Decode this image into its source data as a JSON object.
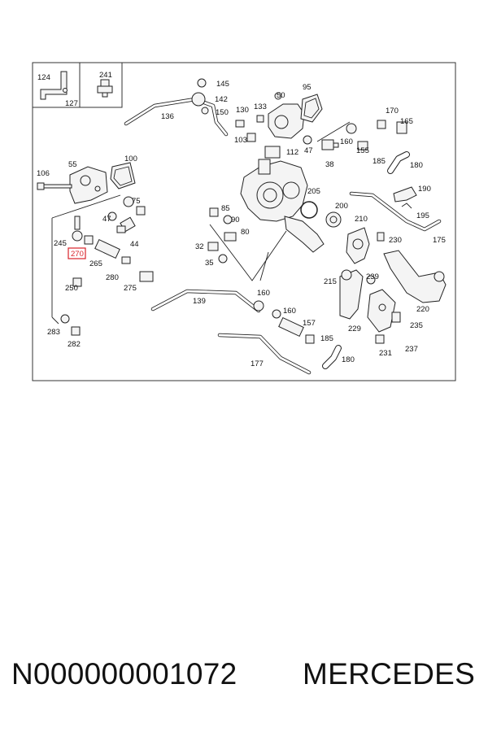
{
  "diagram": {
    "labels": {
      "l124": "124",
      "l127": "127",
      "l241": "241",
      "l145": "145",
      "l142": "142",
      "l150": "150",
      "l130": "130",
      "l133": "133",
      "l50": "50",
      "l95": "95",
      "l136": "136",
      "l170": "170",
      "l165": "165",
      "l103": "103",
      "l112": "112",
      "l47a": "47",
      "l160a": "160",
      "l155": "155",
      "l38": "38",
      "l185a": "185",
      "l180a": "180",
      "l100": "100",
      "l55": "55",
      "l106": "106",
      "l75": "75",
      "l47b": "47",
      "l44": "44",
      "l205": "205",
      "l190": "190",
      "l85": "85",
      "l90": "90",
      "l80": "80",
      "l200": "200",
      "l210": "210",
      "l195": "195",
      "l230": "230",
      "l175": "175",
      "l245": "245",
      "l270": "270",
      "l265": "265",
      "l280": "280",
      "l275": "275",
      "l32": "32",
      "l35": "35",
      "l250": "250",
      "l215": "215",
      "l239": "239",
      "l220": "220",
      "l160b": "160",
      "l139": "139",
      "l160c": "160",
      "l157": "157",
      "l229": "229",
      "l235": "235",
      "l283": "283",
      "l282": "282",
      "l185b": "185",
      "l231": "231",
      "l237": "237",
      "l177": "177",
      "l180b": "180"
    }
  },
  "footer": {
    "part_number": "N000000001072",
    "brand": "MERCEDES"
  },
  "colors": {
    "highlight": "#d9222a",
    "line": "#222222"
  }
}
